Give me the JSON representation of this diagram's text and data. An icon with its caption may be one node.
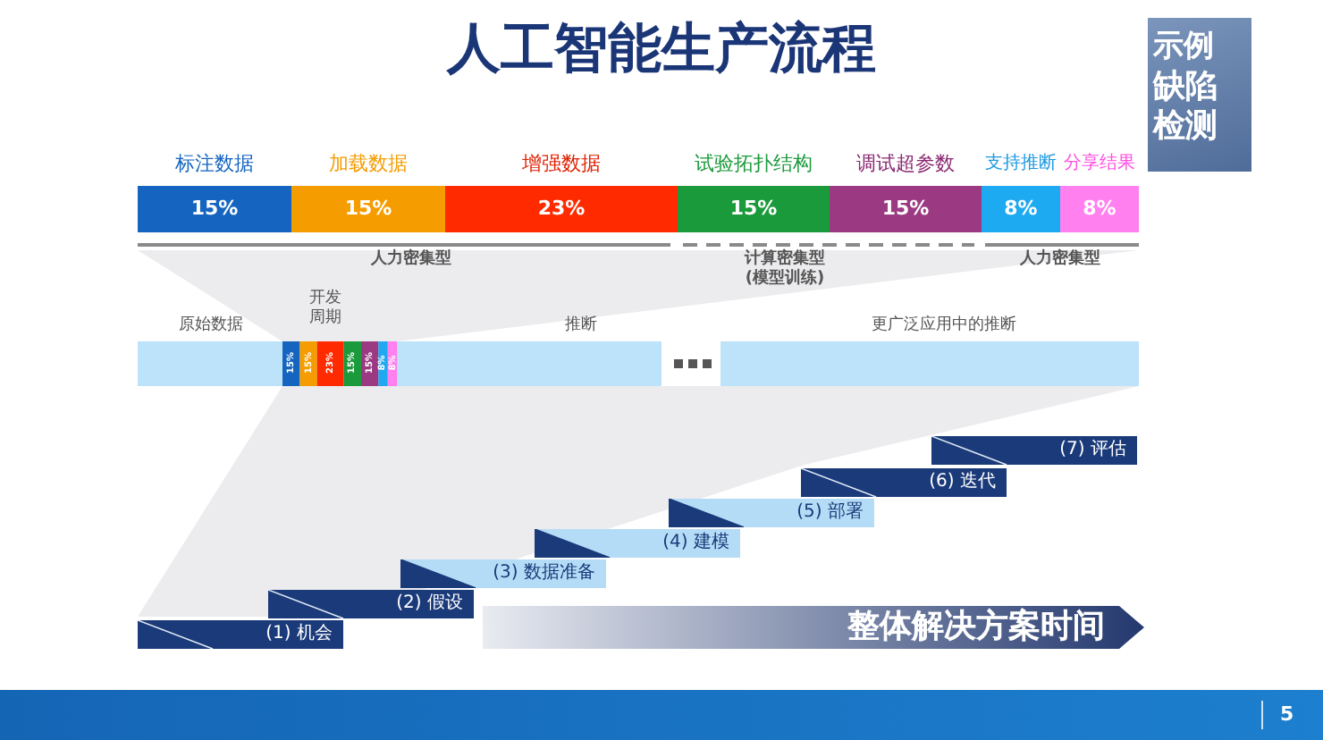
{
  "diagram": {
    "title": "人工智能生产流程",
    "nodes": [
      {
        "text": [
          "示例",
          "缺陷检测"
        ]
      },
      {
        "text": [
          "标注数据",
          "15%"
        ]
      },
      {
        "text": [
          "加载数据",
          "15%"
        ]
      },
      {
        "text": [
          "增强数据",
          "23%"
        ]
      },
      {
        "text": [
          "试验拓扑结构",
          "15%"
        ]
      },
      {
        "text": [
          "调试超参数",
          "15%"
        ]
      },
      {
        "text": [
          "支持推断",
          "8%"
        ]
      },
      {
        "text": [
          "分享结果",
          "8%"
        ]
      },
      {
        "text": [
          "(1) 机会"
        ]
      },
      {
        "text": [
          "(2) 假设"
        ]
      },
      {
        "text": [
          "(3) 数据准备"
        ]
      },
      {
        "text": [
          "(4) 建模"
        ]
      },
      {
        "text": [
          "(5) 部署"
        ]
      },
      {
        "text": [
          "(6) 迭代"
        ]
      },
      {
        "text": [
          "(7) 评估"
        ]
      },
      {
        "text": [
          "整体解决方案时间"
        ]
      }
    ],
    "labels": [
      "人力密集型",
      "计算密集型(模型训练)",
      "人力密集型",
      "原始数据",
      "开发周期",
      "推断",
      "更广泛应用中的推断",
      "15%",
      "15%",
      "23%",
      "15%",
      "15%",
      "8%",
      "8%",
      "5"
    ]
  }
}
